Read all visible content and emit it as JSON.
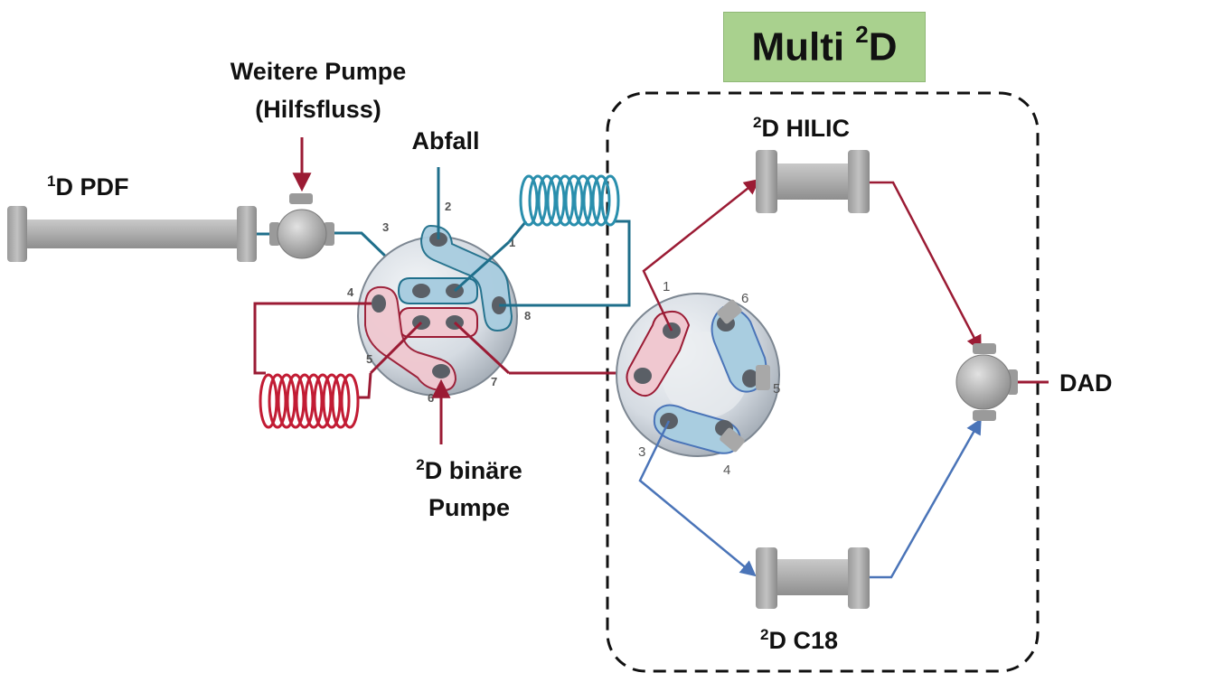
{
  "title": {
    "prefix": "Multi ",
    "sup": "2",
    "suffix": "D"
  },
  "labels": {
    "first_dim_sup": "1",
    "first_dim": "D PDF",
    "aux_pump_line1": "Weitere Pumpe",
    "aux_pump_line2": "(Hilfsfluss)",
    "waste": "Abfall",
    "binary_pump_sup": "2",
    "binary_pump_line1": "D binäre",
    "binary_pump_line2": "Pumpe",
    "hilic_sup": "2",
    "hilic": "D HILIC",
    "c18_sup": "2",
    "c18": "D C18",
    "detector": "DAD"
  },
  "valve8_ports": [
    "1",
    "2",
    "3",
    "4",
    "5",
    "6",
    "7",
    "8"
  ],
  "valve6_ports": [
    "1",
    "3",
    "4",
    "5",
    "6"
  ],
  "colors": {
    "red_line": "#9b1b34",
    "blue_line": "#1f6f8b",
    "blue_line2": "#4a74b8",
    "red_loop": "#c21c34",
    "blue_loop": "#2a8fad",
    "title_bg": "#a9d18e",
    "column_gray": "#a8a8a8"
  }
}
